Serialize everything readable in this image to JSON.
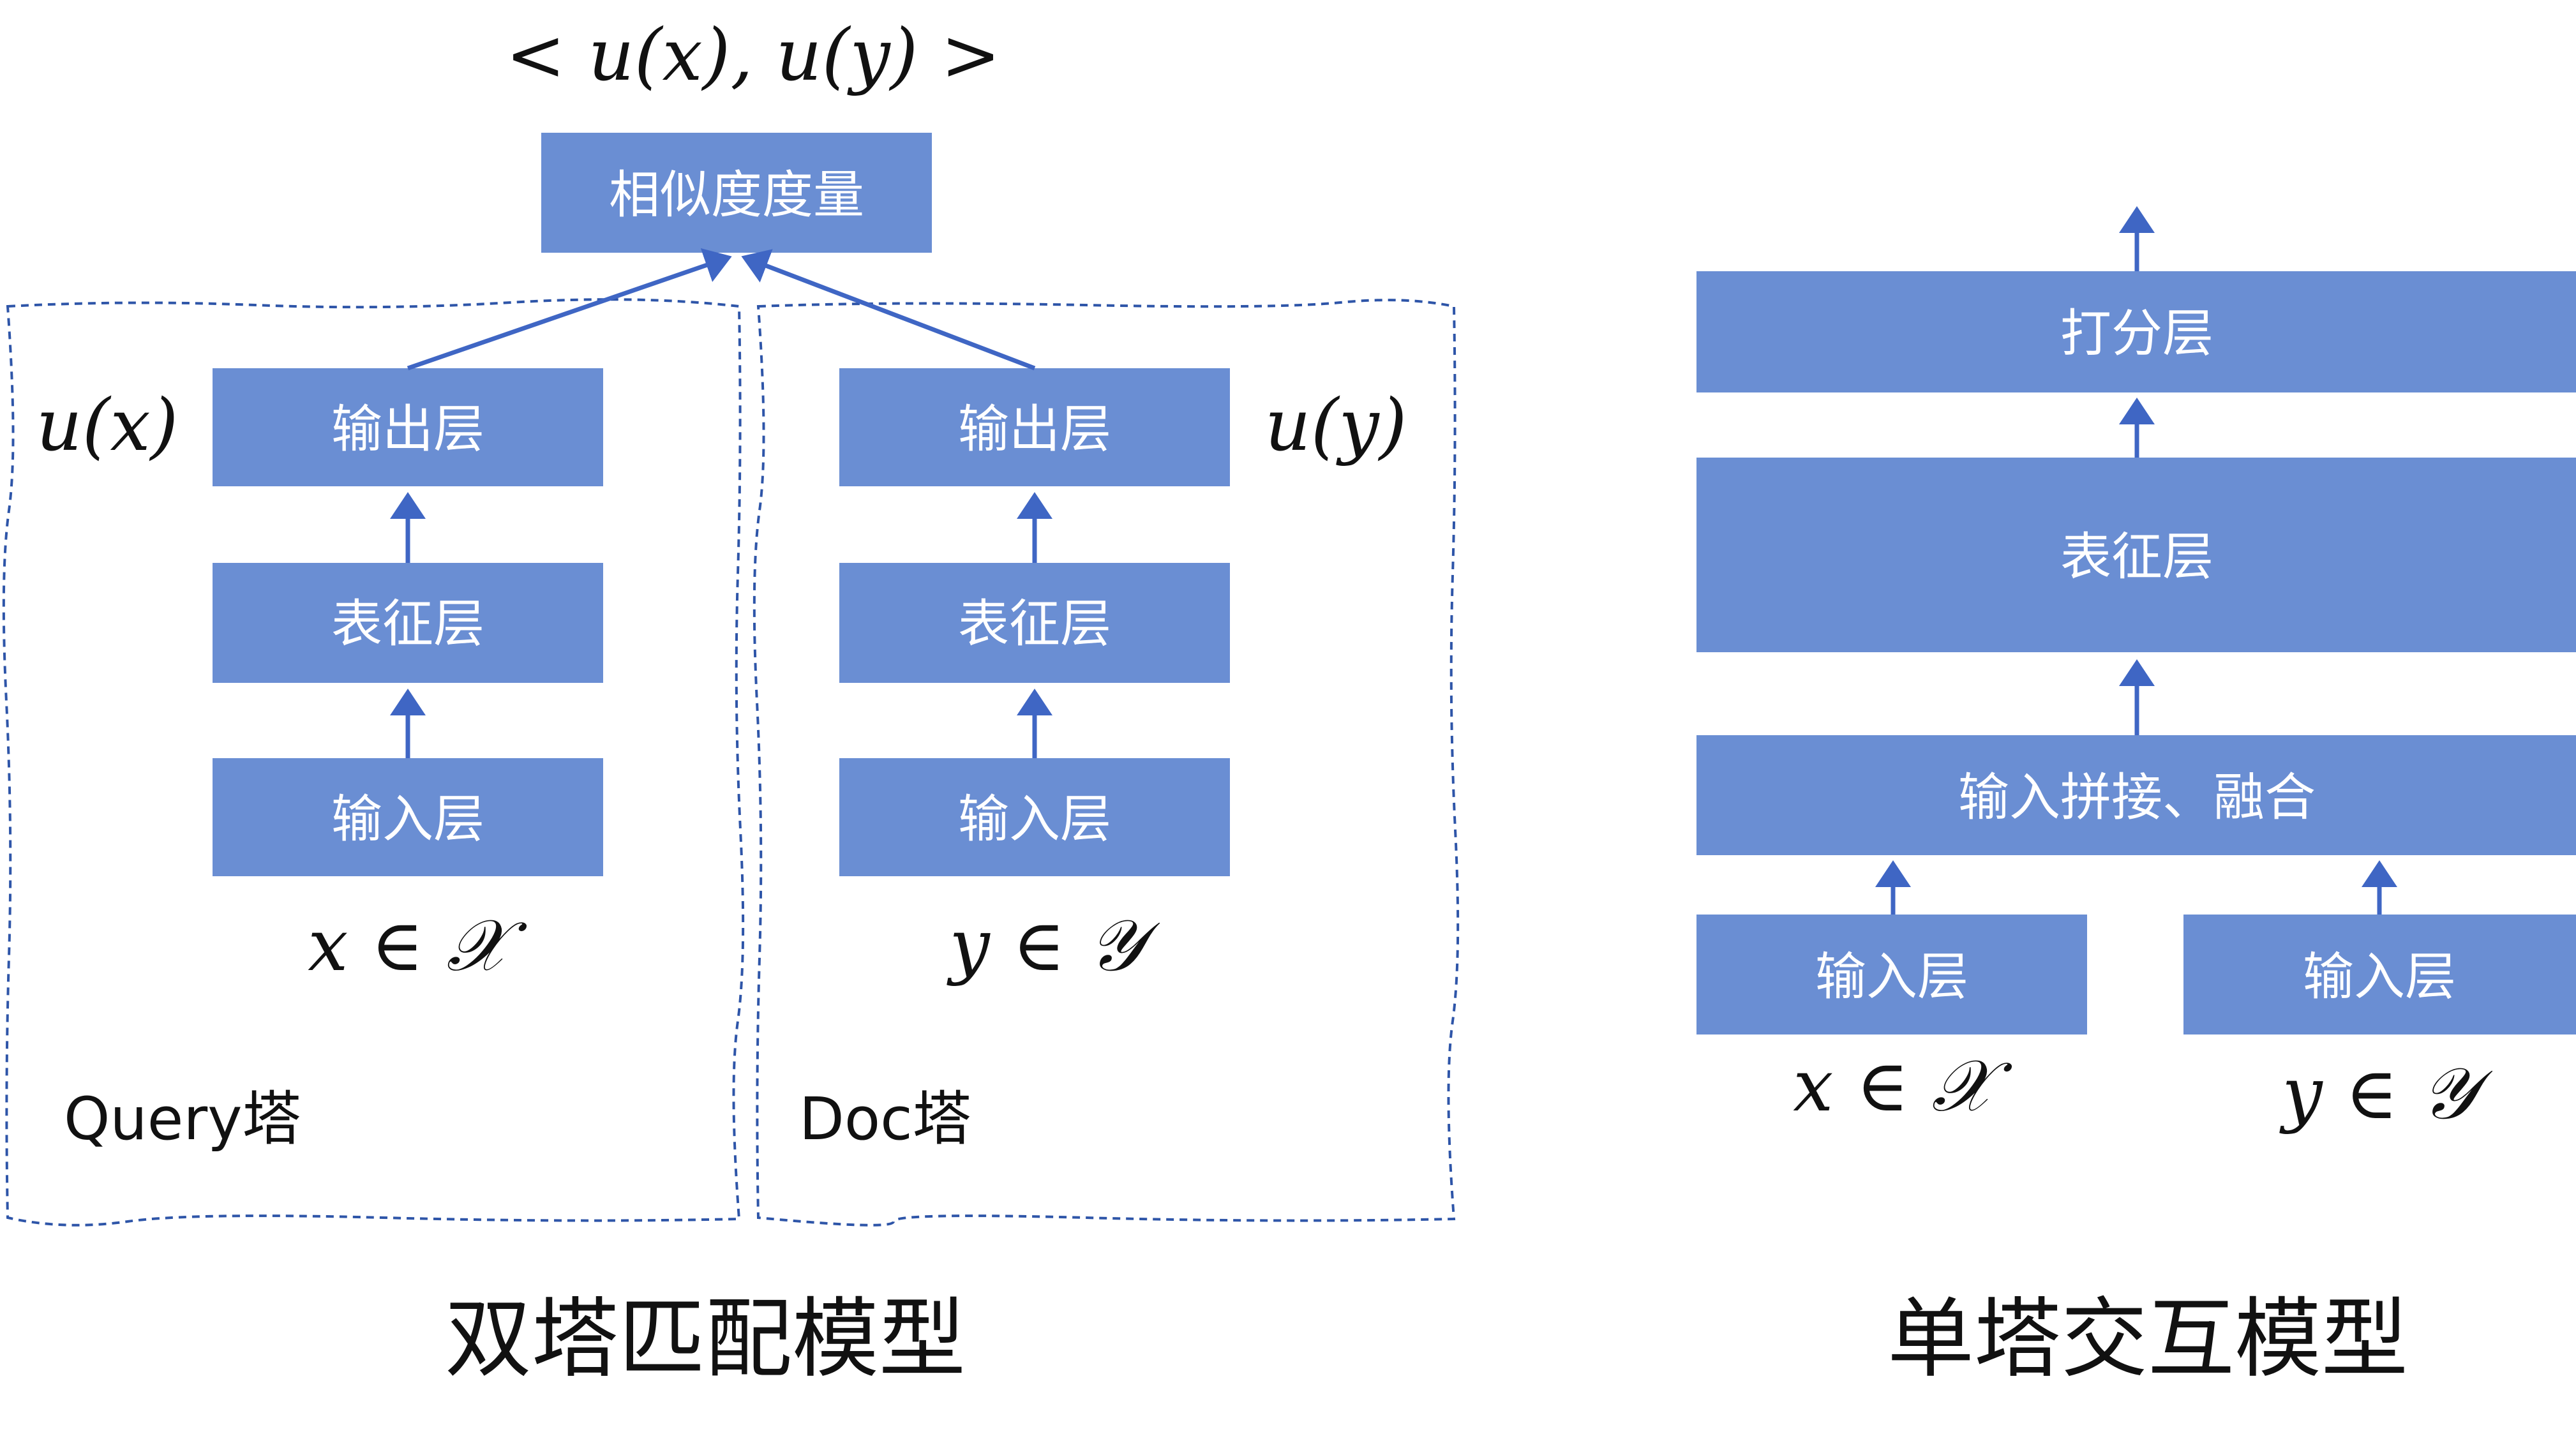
{
  "dual_tower": {
    "similarity_expr": "< u(x), u(y) >",
    "similarity_box": "相似度度量",
    "query_tower": {
      "name": "Query塔",
      "output_expr": "u(x)",
      "output_layer": "输出层",
      "repr_layer": "表征层",
      "input_layer": "输入层",
      "input_expr": "x ∈ 𝒳"
    },
    "doc_tower": {
      "name": "Doc塔",
      "output_expr": "u(y)",
      "output_layer": "输出层",
      "repr_layer": "表征层",
      "input_layer": "输入层",
      "input_expr": "y ∈ 𝒴"
    },
    "caption": "双塔匹配模型"
  },
  "single_tower": {
    "score_layer": "打分层",
    "repr_layer": "表征层",
    "concat_layer": "输入拼接、融合",
    "input_left": "输入层",
    "input_right": "输入层",
    "input_left_expr": "x ∈ 𝒳",
    "input_right_expr": "y ∈ 𝒴",
    "caption": "单塔交互模型"
  },
  "colors": {
    "box_fill": "#6a8ed3",
    "box_text": "#ffffff",
    "frame_stroke": "#2e55a8",
    "arrow": "#3f66c4",
    "text": "#111111"
  }
}
